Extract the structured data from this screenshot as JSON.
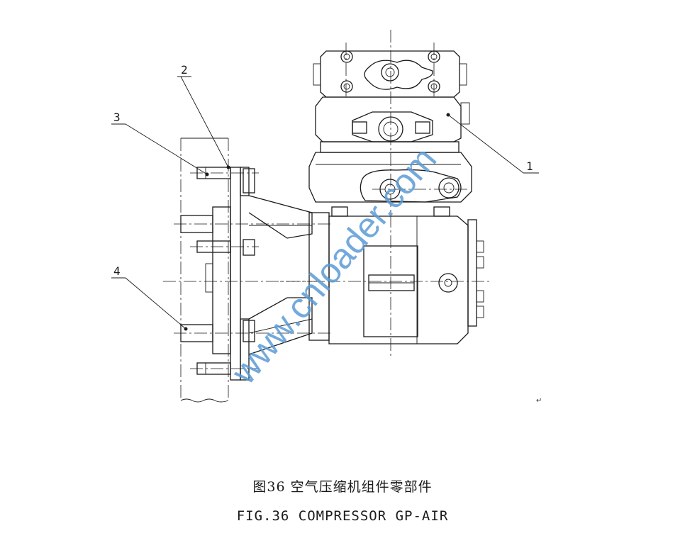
{
  "callouts": {
    "c1": "1",
    "c2": "2",
    "c3": "3",
    "c4": "4"
  },
  "watermark": "www.cnloader.com",
  "return_mark": "↵",
  "caption": {
    "chinese": "图36  空气压缩机组件零部件",
    "english": "FIG.36  COMPRESSOR GP-AIR"
  },
  "colors": {
    "line": "#1a1a1a",
    "watermark": "#5b9bd5",
    "background": "#ffffff"
  }
}
